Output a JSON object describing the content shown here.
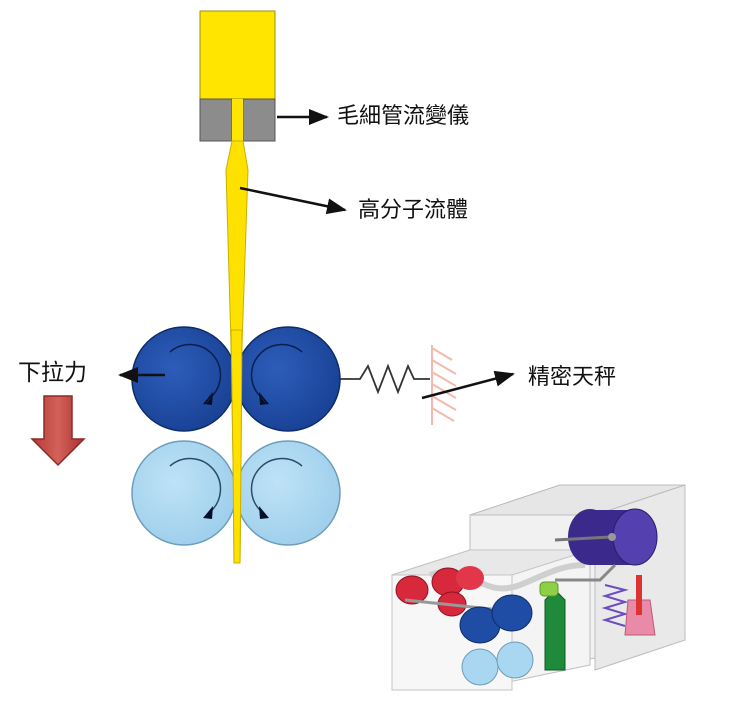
{
  "labels": {
    "rheometer": "毛細管流變儀",
    "melt": "高分子流體",
    "balance": "精密天秤",
    "pulling_force": "下拉力"
  },
  "colors": {
    "barrel": "#FFE500",
    "melt_strand": "#FFE100",
    "die": "#8C8C8C",
    "upper_rollers": "#1F4DA5",
    "lower_rollers": "#A9D6F0",
    "force_arrow": "#C8504B",
    "spring": "#333333",
    "balance_hatch": "#F3B9AE"
  },
  "icons": {
    "rotation": "curved-rotation-arrow-icon",
    "pull": "down-arrow-icon",
    "spring": "spring-icon"
  }
}
